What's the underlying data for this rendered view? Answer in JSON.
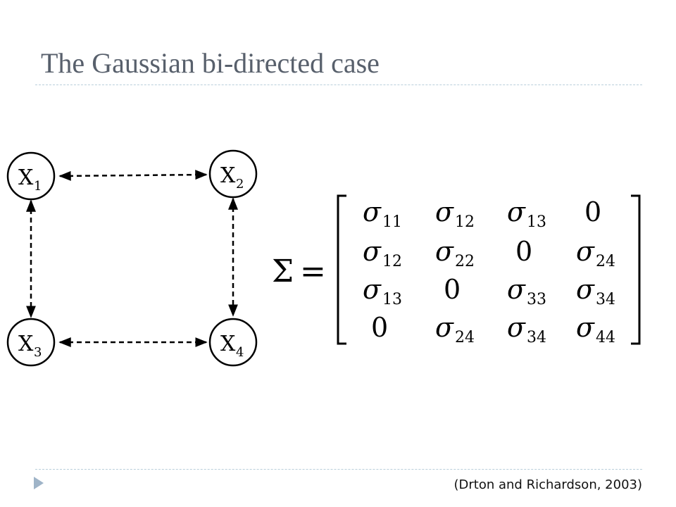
{
  "slide": {
    "title": "The Gaussian bi-directed case",
    "citation": "(Drton and Richardson, 2003)"
  },
  "graph": {
    "nodes": [
      {
        "id": "X1",
        "label": "X",
        "sub": "1"
      },
      {
        "id": "X2",
        "label": "X",
        "sub": "2"
      },
      {
        "id": "X3",
        "label": "X",
        "sub": "3"
      },
      {
        "id": "X4",
        "label": "X",
        "sub": "4"
      }
    ],
    "edges": [
      {
        "from": "X1",
        "to": "X2",
        "type": "bi-directed dashed"
      },
      {
        "from": "X1",
        "to": "X3",
        "type": "bi-directed dashed"
      },
      {
        "from": "X2",
        "to": "X4",
        "type": "bi-directed dashed"
      },
      {
        "from": "X3",
        "to": "X4",
        "type": "bi-directed dashed"
      }
    ]
  },
  "equation": {
    "lhs": "Σ",
    "eq": "=",
    "matrix": [
      [
        {
          "s": "σ",
          "i": "11"
        },
        {
          "s": "σ",
          "i": "12"
        },
        {
          "s": "σ",
          "i": "13"
        },
        {
          "s": "0",
          "i": ""
        }
      ],
      [
        {
          "s": "σ",
          "i": "12"
        },
        {
          "s": "σ",
          "i": "22"
        },
        {
          "s": "0",
          "i": ""
        },
        {
          "s": "σ",
          "i": "24"
        }
      ],
      [
        {
          "s": "σ",
          "i": "13"
        },
        {
          "s": "0",
          "i": ""
        },
        {
          "s": "σ",
          "i": "33"
        },
        {
          "s": "σ",
          "i": "34"
        }
      ],
      [
        {
          "s": "0",
          "i": ""
        },
        {
          "s": "σ",
          "i": "24"
        },
        {
          "s": "σ",
          "i": "34"
        },
        {
          "s": "σ",
          "i": "44"
        }
      ]
    ]
  }
}
